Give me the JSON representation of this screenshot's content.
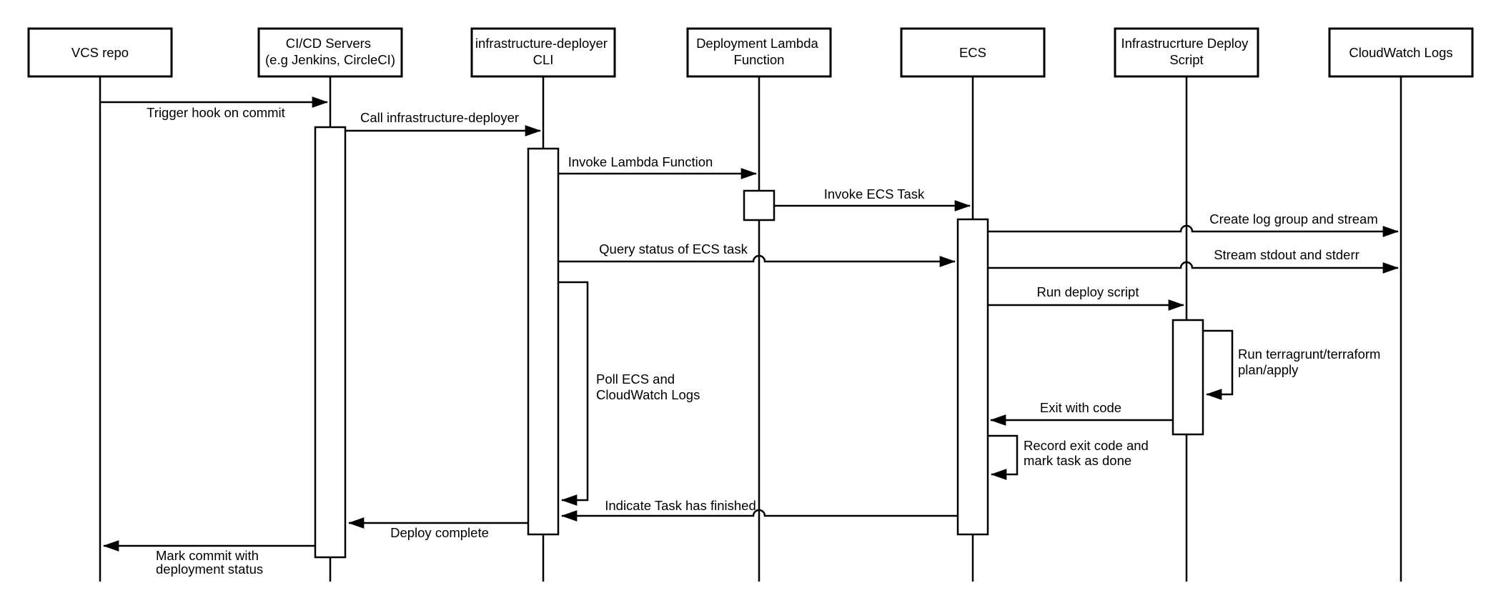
{
  "diagram": {
    "type": "uml-sequence-diagram",
    "background_color": "#ffffff",
    "line_color": "#000000",
    "participants": [
      {
        "id": "vcs-repo",
        "lines": [
          "VCS repo"
        ]
      },
      {
        "id": "cicd-servers",
        "lines": [
          "CI/CD Servers",
          "(e.g Jenkins, CircleCI)"
        ]
      },
      {
        "id": "infrastructure-deployer-cli",
        "lines": [
          "infrastructure-deployer",
          "CLI"
        ]
      },
      {
        "id": "deployment-lambda-function",
        "lines": [
          "Deployment Lambda",
          "Function"
        ]
      },
      {
        "id": "ecs",
        "lines": [
          "ECS"
        ]
      },
      {
        "id": "infrastructure-deploy-script",
        "lines": [
          "Infrastrucrture Deploy",
          "Script"
        ]
      },
      {
        "id": "cloudwatch-logs",
        "lines": [
          "CloudWatch Logs"
        ]
      }
    ],
    "messages": [
      {
        "id": "trigger-hook",
        "from": "vcs-repo",
        "to": "cicd-servers",
        "lines": [
          "Trigger hook on commit"
        ]
      },
      {
        "id": "call-deployer",
        "from": "cicd-servers",
        "to": "infrastructure-deployer-cli",
        "lines": [
          "Call infrastructure-deployer"
        ]
      },
      {
        "id": "invoke-lambda",
        "from": "infrastructure-deployer-cli",
        "to": "deployment-lambda-function",
        "lines": [
          "Invoke Lambda Function"
        ]
      },
      {
        "id": "invoke-ecs-task",
        "from": "deployment-lambda-function",
        "to": "ecs",
        "lines": [
          "Invoke ECS Task"
        ]
      },
      {
        "id": "create-log-group",
        "from": "ecs",
        "to": "cloudwatch-logs",
        "lines": [
          "Create log group and stream"
        ]
      },
      {
        "id": "query-status",
        "from": "infrastructure-deployer-cli",
        "to": "ecs",
        "lines": [
          "Query status of ECS task"
        ]
      },
      {
        "id": "stream-stdout",
        "from": "ecs",
        "to": "cloudwatch-logs",
        "lines": [
          "Stream stdout and stderr"
        ]
      },
      {
        "id": "run-deploy-script",
        "from": "ecs",
        "to": "infrastructure-deploy-script",
        "lines": [
          "Run deploy script"
        ]
      },
      {
        "id": "run-terragrunt",
        "from": "infrastructure-deploy-script",
        "to": "infrastructure-deploy-script",
        "lines": [
          "Run terragrunt/terraform",
          "plan/apply"
        ]
      },
      {
        "id": "poll-ecs",
        "from": "infrastructure-deployer-cli",
        "to": "infrastructure-deployer-cli",
        "lines": [
          "Poll ECS and",
          "CloudWatch Logs"
        ]
      },
      {
        "id": "exit-with-code",
        "from": "infrastructure-deploy-script",
        "to": "ecs",
        "lines": [
          "Exit with code"
        ]
      },
      {
        "id": "record-exit-code",
        "from": "ecs",
        "to": "ecs",
        "lines": [
          "Record exit code and",
          "mark task as done"
        ]
      },
      {
        "id": "indicate-task-finished",
        "from": "ecs",
        "to": "infrastructure-deployer-cli",
        "lines": [
          "Indicate Task has finished"
        ]
      },
      {
        "id": "deploy-complete",
        "from": "infrastructure-deployer-cli",
        "to": "cicd-servers",
        "lines": [
          "Deploy complete"
        ]
      },
      {
        "id": "mark-commit",
        "from": "cicd-servers",
        "to": "vcs-repo",
        "lines": [
          "Mark commit with",
          "deployment status"
        ]
      }
    ]
  }
}
